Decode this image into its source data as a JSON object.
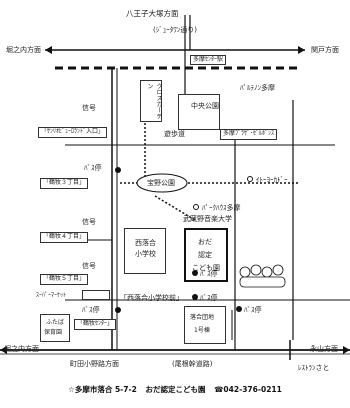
{
  "labels": {
    "hachioji_dir": "八王子大塚方面",
    "monorail": "(ｼﾞｭｰﾀﾜﾝ通り)",
    "horinouchi_dir_top": "堀之内方面",
    "sekido_dir": "関戸方面",
    "tama_center_station": "多摩ｾﾝﾀｰ駅",
    "cross_garden": "クロスガーデン",
    "parthenon_tama": "ﾊﾟﾙﾃﾉﾝ多摩",
    "chuo_koen": "中央公園",
    "signal_1": "信号",
    "sanrio_entrance": "「ｻﾝﾘｵﾋﾟｭｰﾛﾗﾝﾄﾞ入口」",
    "yuhodo": "遊歩道",
    "tama_plaza": "多摩ﾌﾟﾗｻﾞ･ｾﾞﾙﾎﾞﾝｽ",
    "bus_stop_1": "ﾊﾞｽ停",
    "tsurumaki_3": "「鶴牧３丁目」",
    "houno_koen": "宝野公園",
    "ito_yokado": "ｲﾄｰﾖｰｶﾄﾞｰ",
    "parkhouse": "ﾊﾟｰｸﾊｳｽ多摩",
    "signal_2": "信号",
    "tsurumaki_4": "「鶴牧４丁目」",
    "musashino_univ": "武蔵野音楽大学",
    "nishi_ochiai_school_1": "西落合",
    "nishi_ochiai_school_2": "小学校",
    "odai_1": "おだ",
    "odai_2": "認定",
    "odai_3": "こども園",
    "signal_3": "信号",
    "tsurumaki_5": "「鶴牧５丁目」",
    "supermarket": "ｽｰﾊﾟｰﾏｰｹｯﾄ",
    "nishi_ochiai_sho_bus": "「西落合小学校前」",
    "bus_stop_2": "ﾊﾞｽ停",
    "bus_stop_3": "ﾊﾞｽ停",
    "bus_stop_4": "ﾊﾞｽ停",
    "bus_stop_5": "ﾊﾞｽ停",
    "hoikuen_1": "ふたば",
    "hoikuen_2": "保育園",
    "tsurumaki_center": "「鶴牧ｾﾝﾀｰ」",
    "town_1": "落合団地",
    "town_2": "1号棟",
    "horinouchi_dir_bottom": "堀之内方面",
    "machida_dir": "町田小野路方面",
    "one_road": "(尾根幹道路)",
    "nagayama_dir": "永山方面",
    "restaurant": "ﾚｽﾄﾗﾝさと"
  },
  "footer": {
    "address": "☆多摩市落合 5-7-2",
    "name": "おだ認定こども園",
    "phone": "☎042-376-0211"
  }
}
